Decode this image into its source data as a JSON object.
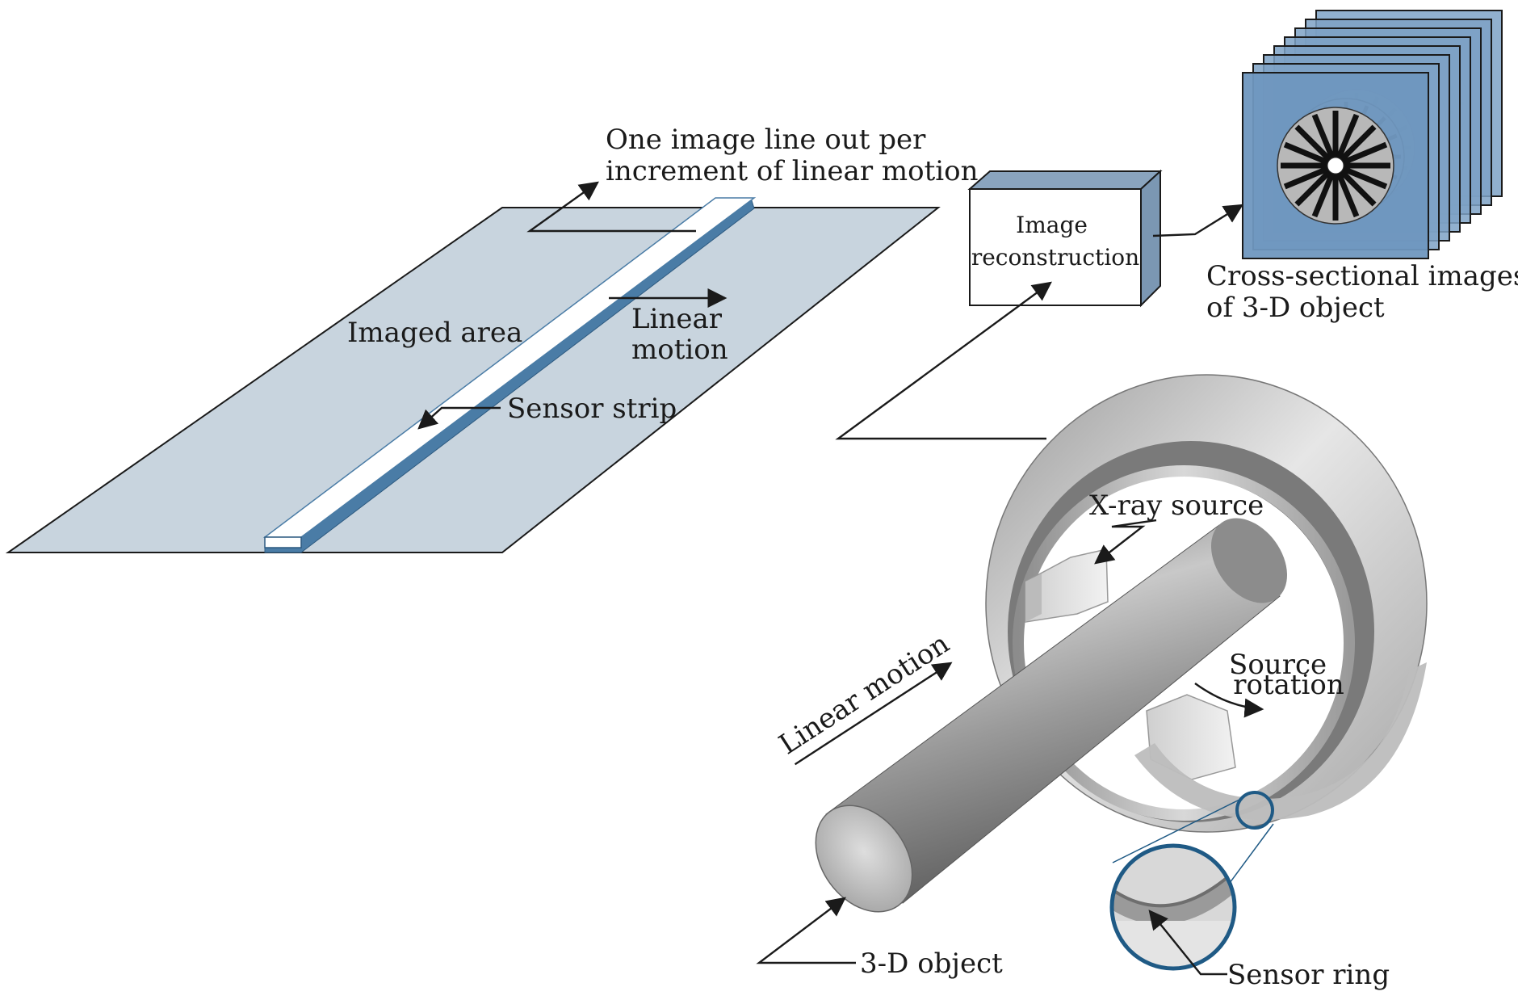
{
  "labels": {
    "imaged_area": "Imaged area",
    "linear_motion_1_line1": "Linear",
    "linear_motion_1_line2": "motion",
    "sensor_strip": "Sensor strip",
    "image_line_out_line1": "One image line out per",
    "image_line_out_line2": "increment of linear motion",
    "recon_line1": "Image",
    "recon_line2": "reconstruction",
    "cross_line1": "Cross-sectional images",
    "cross_line2": "of 3-D object",
    "xray_source": "X-ray source",
    "source_rotation_line1": "Source",
    "source_rotation_line2": "rotation",
    "linear_motion_2": "Linear motion",
    "object_3d": "3-D object",
    "sensor_ring": "Sensor ring"
  },
  "colors": {
    "plane_fill": "#c8d4de",
    "strip_blue": "#4a7ca6",
    "box_side": "#8aa4be",
    "slice_fill": "#6f97bf",
    "ring_accent": "#1f5a85"
  }
}
